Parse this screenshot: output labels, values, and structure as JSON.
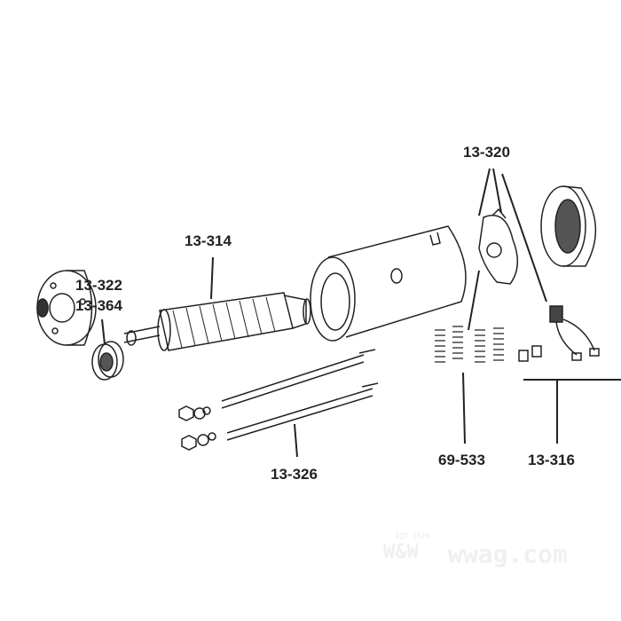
{
  "labels": {
    "cover_plate": "13-320",
    "armature": "13-314",
    "bearing_a": "13-322",
    "bearing_b": "13-364",
    "through_bolts": "13-326",
    "springs": "69-533",
    "brushes": "13-316"
  },
  "watermark": {
    "est": "EST 1979",
    "brand": "W&W",
    "site": "wwag.com"
  }
}
